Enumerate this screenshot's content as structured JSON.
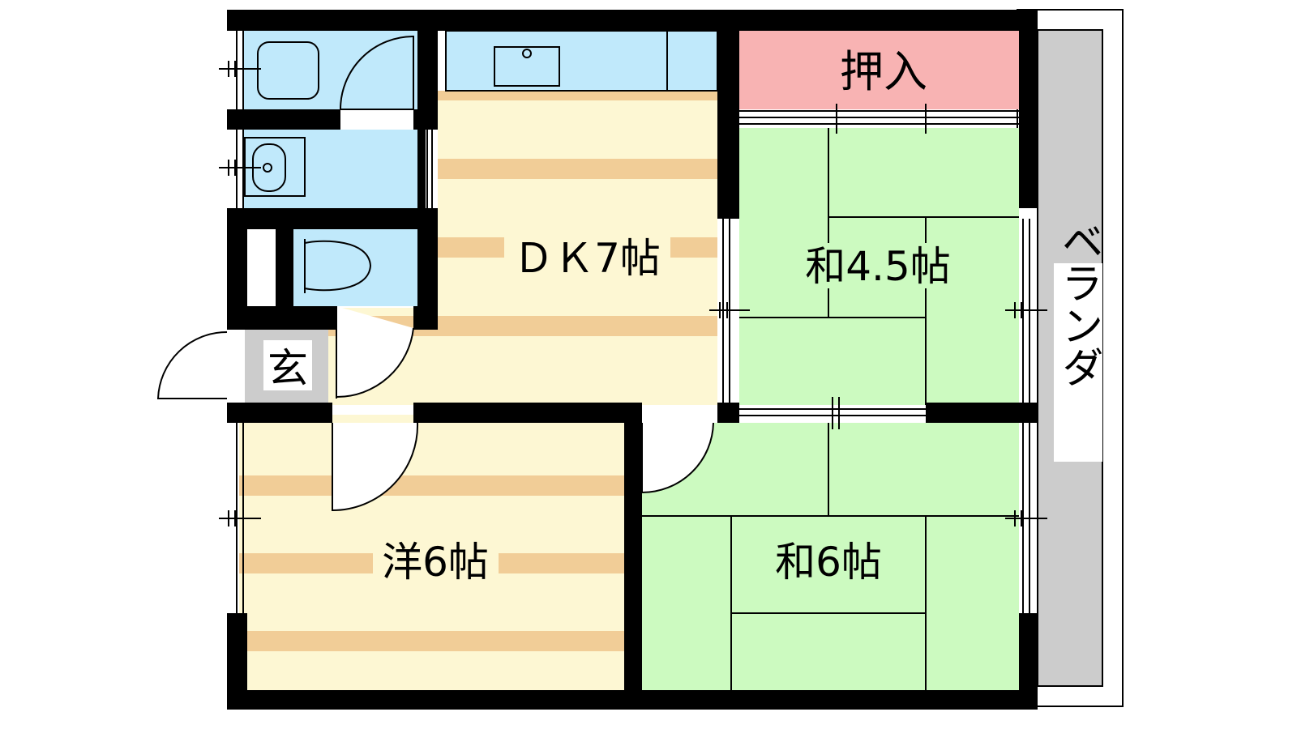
{
  "rooms": {
    "dk": {
      "label": "ＤＫ7帖"
    },
    "washitsu_45": {
      "label": "和4.5帖"
    },
    "washitsu_6": {
      "label": "和6帖"
    },
    "youshitsu_6": {
      "label": "洋6帖"
    },
    "oshiire": {
      "label": "押入"
    },
    "genkan": {
      "label": "玄"
    },
    "veranda": {
      "label": "ベランダ"
    }
  },
  "colors": {
    "wall": "#000000",
    "flooring_light": "#fdf7d3",
    "flooring_stripe": "#f1cd97",
    "tatami": "#ccfac0",
    "wet_area": "#c0e9fb",
    "closet": "#f8b3b3",
    "entrance": "#cccccc",
    "veranda": "#cccccc"
  }
}
